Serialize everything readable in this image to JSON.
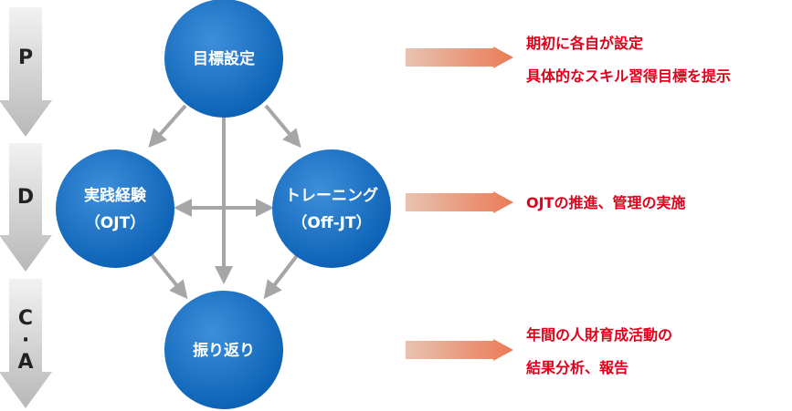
{
  "phases": [
    {
      "label": "P"
    },
    {
      "label": "D"
    },
    {
      "label": "C·A"
    }
  ],
  "nodes": {
    "goal": {
      "lines": [
        "目標設定"
      ]
    },
    "practice": {
      "lines": [
        "実践経験",
        "（OJT）"
      ]
    },
    "training": {
      "lines": [
        "トレーニング",
        "（Off-JT）"
      ]
    },
    "review": {
      "lines": [
        "振り返り"
      ]
    }
  },
  "notes": [
    {
      "lines": [
        "期初に各自が設定",
        "具体的なスキル習得目標を提示"
      ]
    },
    {
      "lines": [
        "OJTの推進、管理の実施"
      ]
    },
    {
      "lines": [
        "年間の人財育成活動の",
        "結果分析、報告"
      ]
    }
  ],
  "colors": {
    "circle_light": "#3d8fda",
    "circle_dark": "#0a5fb3",
    "connector": "#a6a6a6",
    "phase_arrow_light": "#f2f2f2",
    "phase_arrow_dark": "#b8b8b8",
    "note_arrow_light": "#e8c3b0",
    "note_arrow_dark": "#ea7a55",
    "note_text": "#e0001b"
  }
}
